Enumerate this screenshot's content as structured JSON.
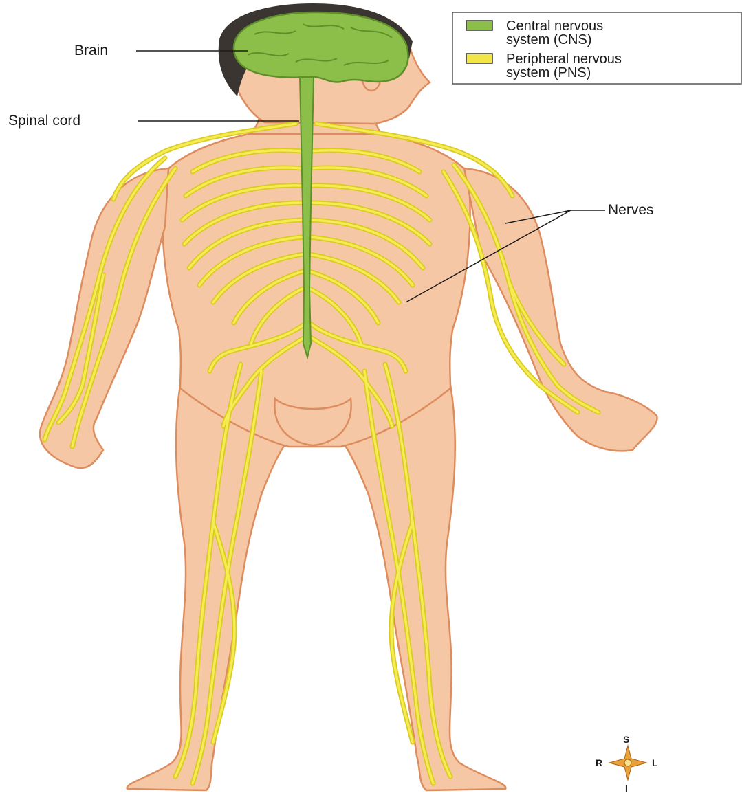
{
  "labels": {
    "brain": "Brain",
    "spinal_cord": "Spinal cord",
    "nerves": "Nerves"
  },
  "legend": {
    "cns_line1": "Central nervous",
    "cns_line2": "system (CNS)",
    "pns_line1": "Peripheral nervous",
    "pns_line2": "system (PNS)"
  },
  "compass": {
    "superior": "S",
    "inferior": "I",
    "right": "R",
    "left": "L"
  },
  "colors": {
    "cns": "#8cbf4a",
    "pns": "#f2e647",
    "skin": "#f6c7a5",
    "skin_outline": "#dd8c5e",
    "hair": "#3a3530"
  }
}
